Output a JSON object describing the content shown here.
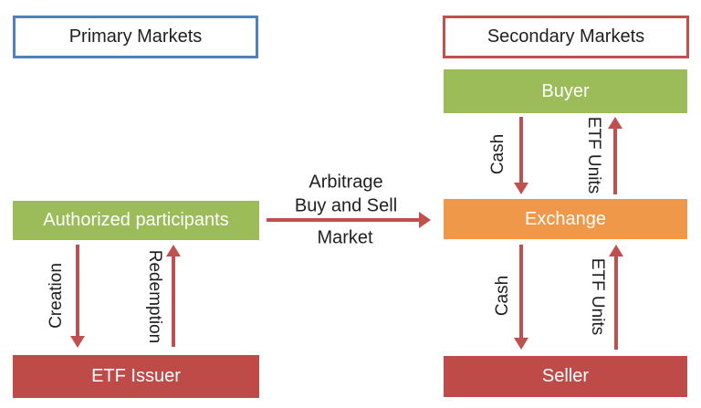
{
  "title_boxes": {
    "primary": {
      "label": "Primary Markets"
    },
    "secondary": {
      "label": "Secondary Markets"
    }
  },
  "entity_boxes": {
    "authorized_participants": {
      "label": "Authorized participants"
    },
    "etf_issuer": {
      "label": "ETF Issuer"
    },
    "buyer": {
      "label": "Buyer"
    },
    "exchange": {
      "label": "Exchange"
    },
    "seller": {
      "label": "Seller"
    }
  },
  "flow_labels": {
    "creation": "Creation",
    "redemption": "Redemption",
    "cash_buyer_to_exchange": "Cash",
    "etf_units_exchange_to_buyer": "ETF Units",
    "cash_exchange_to_seller": "Cash",
    "etf_units_seller_to_exchange": "ETF Units"
  },
  "center_arrow": {
    "line1": "Arbitrage",
    "line2": "Buy and Sell",
    "line3": "Market"
  },
  "colors": {
    "green": "#9CBB59",
    "orange": "#F0984A",
    "red": "#BE4B48",
    "arrow_red": "#C0504D",
    "blue_border": "#4F81BD",
    "red_border": "#C0504D"
  }
}
